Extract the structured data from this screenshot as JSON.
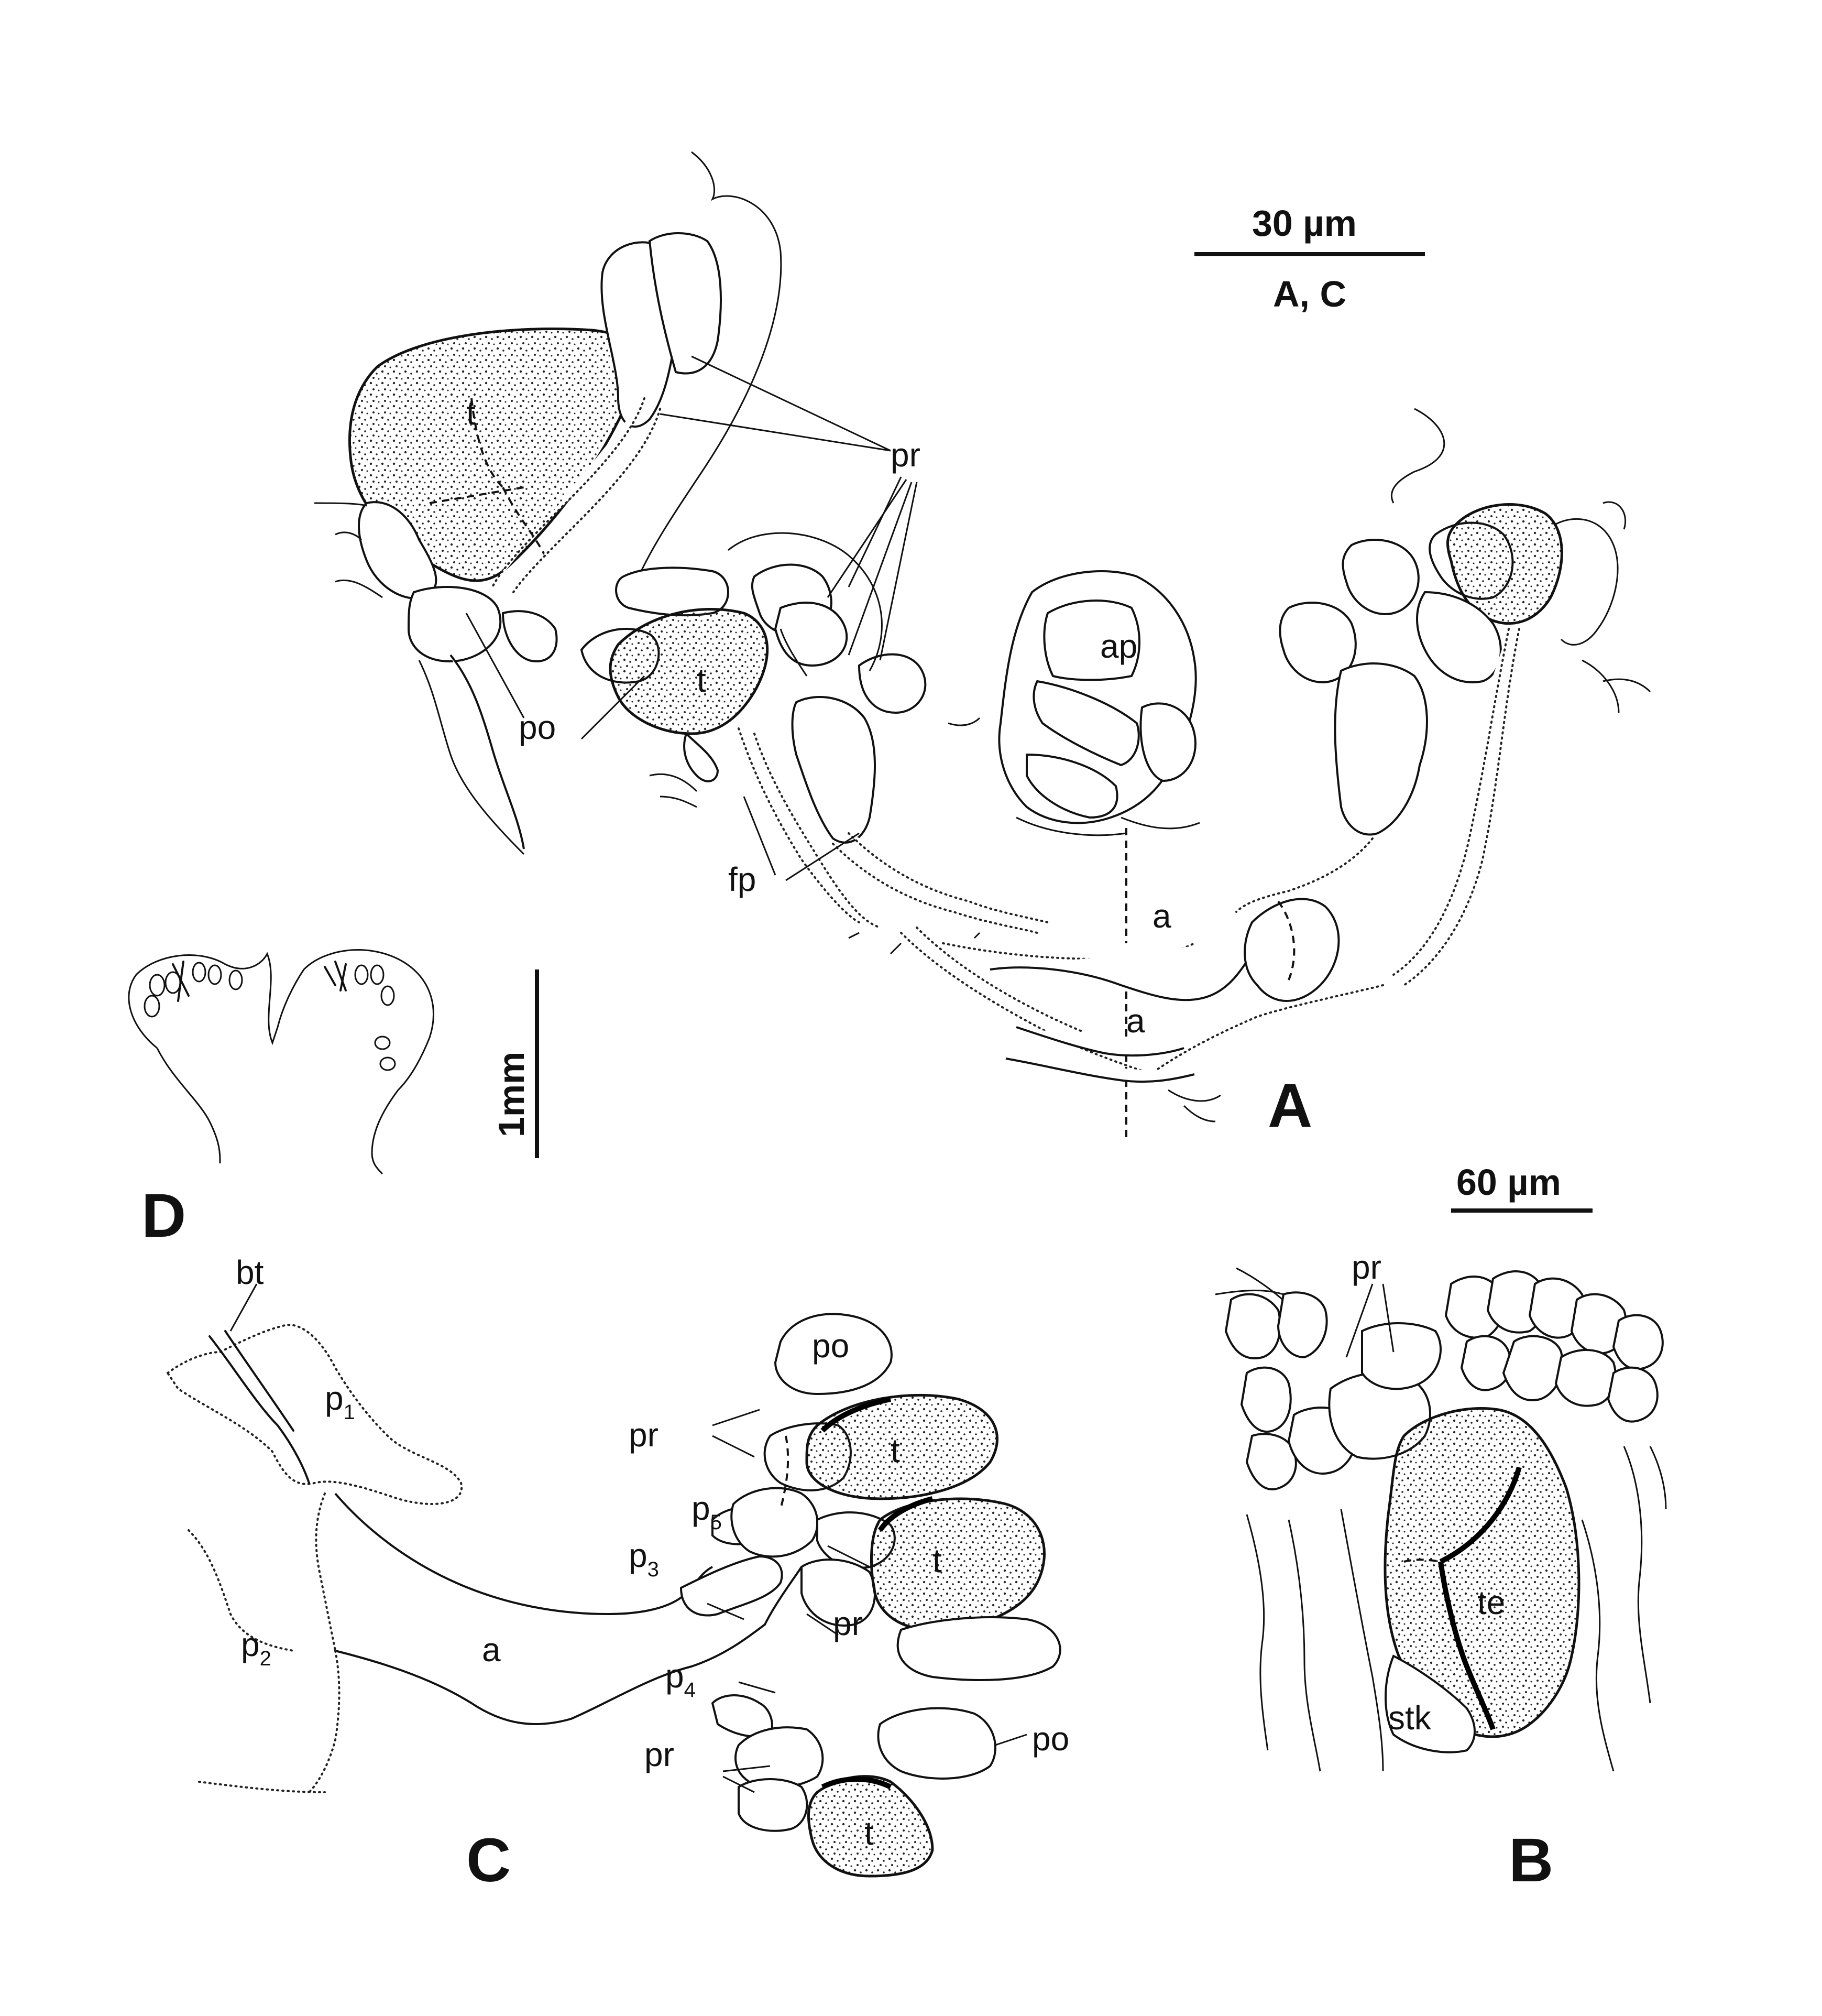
{
  "panels": {
    "A": "A",
    "B": "B",
    "C": "C",
    "D": "D"
  },
  "scale_bars": {
    "ac_value": "30 µm",
    "ac_panels": "A, C",
    "b_value": "60 µm",
    "d_value": "1mm"
  },
  "labels": {
    "t": "t",
    "pr": "pr",
    "po": "po",
    "fp": "fp",
    "ap": "ap",
    "a": "a",
    "bt": "bt",
    "p": "p",
    "te": "te",
    "stk": "stk",
    "sub1": "1",
    "sub2": "2",
    "sub3": "3",
    "sub4": "4",
    "sub5": "5"
  }
}
